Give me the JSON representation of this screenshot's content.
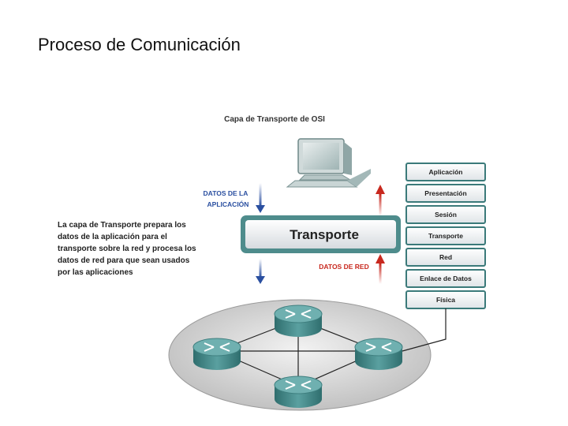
{
  "slide": {
    "title": "Proceso de Comunicación"
  },
  "diagram": {
    "heading": "Capa de Transporte de OSI",
    "label_app_data": [
      "DATOS DE LA",
      "APLICACIÓN"
    ],
    "label_net_data": "DATOS DE RED",
    "transport_box": "Transporte",
    "description": [
      "La capa de Transporte prepara los",
      "datos de la aplicación para el",
      "transporte sobre la red y procesa los",
      "datos de red para que sean usados",
      "por las aplicaciones"
    ],
    "osi_layers": [
      "Aplicación",
      "Presentación",
      "Sesión",
      "Transporte",
      "Red",
      "Enlace de Datos",
      "Física"
    ],
    "icons": [
      "computer-icon",
      "router-icon"
    ],
    "colors": {
      "label_blue": "#2a4fa0",
      "label_red": "#c8281e",
      "teal": "#4d8f8f",
      "layer_border": "#3b7a7a"
    }
  }
}
